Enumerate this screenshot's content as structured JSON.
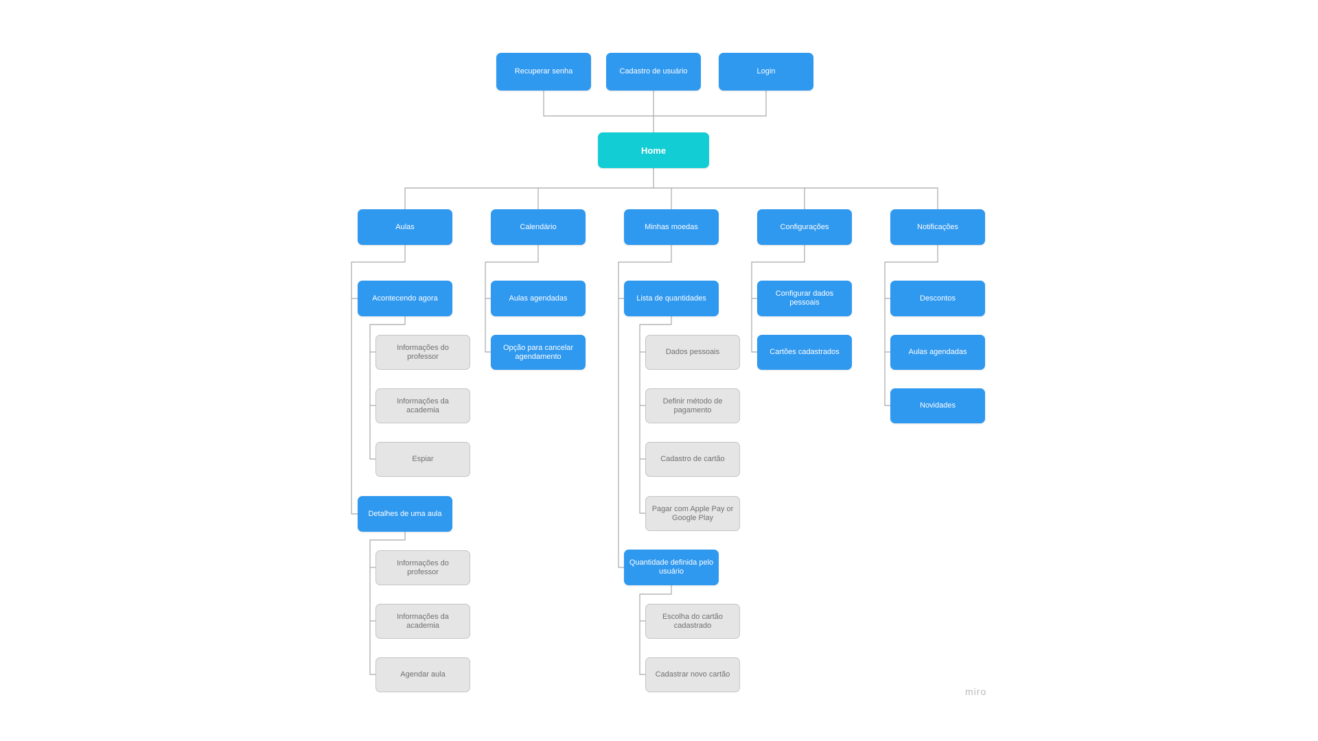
{
  "diagram": {
    "accent_colors": {
      "primary": "#2f98ef",
      "root": "#13cdd4",
      "leaf": "#e5e5e5",
      "line": "#a8a8a8"
    },
    "top": {
      "recuperar": "Recuperar senha",
      "cadastro": "Cadastro de usuário",
      "login": "Login"
    },
    "home": "Home",
    "categories": {
      "aulas": "Aulas",
      "calendario": "Calendário",
      "moedas": "Minhas moedas",
      "config": "Configurações",
      "notif": "Notificações"
    },
    "aulas": {
      "acontecendo": "Acontecendo agora",
      "acontecendo_items": [
        "Informações do professor",
        "Informações da academia",
        "Espiar"
      ],
      "detalhes": "Detalhes de uma aula",
      "detalhes_items": [
        "Informações do professor",
        "Informações da academia",
        "Agendar aula"
      ]
    },
    "calendario": {
      "agendadas": "Aulas agendadas",
      "cancelar": "Opção para cancelar agendamento"
    },
    "moedas": {
      "lista": "Lista de quantidades",
      "lista_items": [
        "Dados pessoais",
        "Definir método de pagamento",
        "Cadastro de cartão",
        "Pagar com Apple Pay or Google Play"
      ],
      "quantidade": "Quantidade definida pelo usuário",
      "quantidade_items": [
        "Escolha do cartão cadastrado",
        "Cadastrar novo cartão"
      ]
    },
    "config": {
      "dados": "Configurar dados pessoais",
      "cartoes": "Cartões cadastrados"
    },
    "notif": {
      "descontos": "Descontos",
      "agendadas": "Aulas agendadas",
      "novidades": "Novidades"
    }
  },
  "watermark": "miro"
}
